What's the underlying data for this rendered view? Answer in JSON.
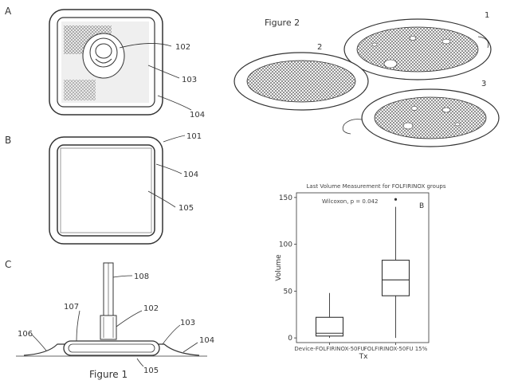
{
  "figure1": {
    "caption": "Figure 1",
    "panels": [
      "A",
      "B",
      "C"
    ],
    "callouts": {
      "a102": "102",
      "a103": "103",
      "a104": "104",
      "b101": "101",
      "b104": "104",
      "b105": "105",
      "c108": "108",
      "c107": "107",
      "c102": "102",
      "c106": "106",
      "c103": "103",
      "c104": "104",
      "c105": "105"
    }
  },
  "figure2": {
    "caption": "Figure 2",
    "plates": [
      "1",
      "2",
      "3"
    ]
  },
  "chart_data": {
    "type": "box",
    "title": "Last Volume Measurement for FOLFIRINOX groups",
    "panel_label": "B",
    "annotation": "Wilcoxon, p = 0.042",
    "xlabel": "Tx",
    "ylabel": "Volume",
    "categories": [
      "Device-FOLFIRINOX-50FU",
      "FOLFIRINOX-50FU 15%"
    ],
    "yticks": [
      0,
      50,
      100,
      150
    ],
    "ylim": [
      -5,
      155
    ],
    "boxes": [
      {
        "min": 0,
        "q1": 2,
        "median": 5,
        "q3": 22,
        "max": 48,
        "outliers": []
      },
      {
        "min": 0,
        "q1": 45,
        "median": 62,
        "q3": 83,
        "max": 140,
        "outliers": [
          148
        ]
      }
    ]
  }
}
